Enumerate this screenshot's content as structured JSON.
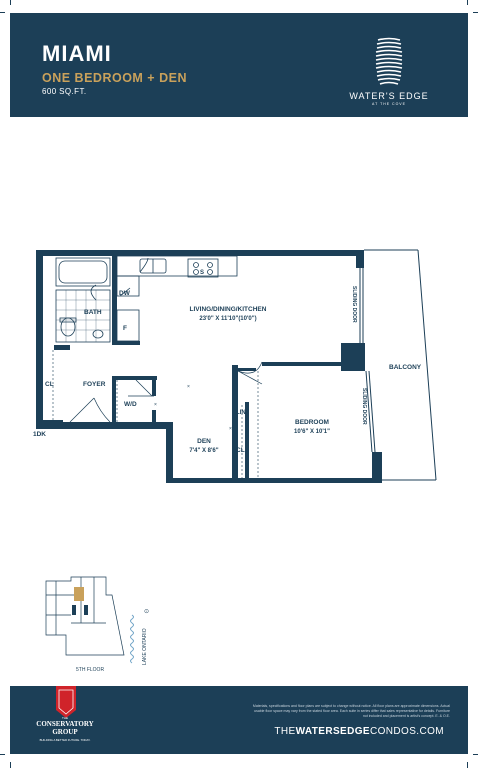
{
  "header": {
    "suite_name": "MIAMI",
    "suite_type": "ONE BEDROOM + DEN",
    "suite_size": "600 SQ.FT.",
    "brand_name": "WATER'S EDGE",
    "brand_sub": "AT THE COVE"
  },
  "plan": {
    "rooms": {
      "bath": "BATH",
      "dw": "DW",
      "f": "F",
      "s": "S",
      "living": "LIVING/DINING/KITCHEN",
      "living_dim": "23'0\" X 11'10\"(10'0\")",
      "cl1": "CL",
      "foyer": "FOYER",
      "wd": "W/D",
      "den": "DEN",
      "den_dim": "7'4\" X 8'6\"",
      "lin": "LIN.",
      "cl2": "CL",
      "bedroom": "BEDROOM",
      "bedroom_dim": "10'6\" X 10'1\"",
      "balcony": "BALCONY",
      "sliding1": "SLIDING DOOR",
      "sliding2": "SLIDING DOOR",
      "unit_code": "1DK"
    }
  },
  "keyplan": {
    "floor": "5TH FLOOR",
    "lake": "LAKE ONTARIO"
  },
  "footer": {
    "group_the": "THE",
    "group_name": "CONSERVATORY",
    "group_word": "GROUP",
    "group_tagline": "BUILDING A BETTER FUTURE. TODAY.",
    "disclaimer": "Materials, specifications and floor plans are subject to change without notice. All floor plans are approximate dimensions. Actual usable floor space may vary from the stated floor area. Each suite in series differ that sales representative for details. Furniture not included and placement is artist's concept. E. & O.E.",
    "url_pre": "THE",
    "url_bold": "WATERSEDGE",
    "url_post": "CONDOS.COM"
  },
  "colors": {
    "navy": "#1c3f57",
    "gold": "#c9a15b",
    "wall": "#1c3f57",
    "logo_red": "#d0232a"
  }
}
